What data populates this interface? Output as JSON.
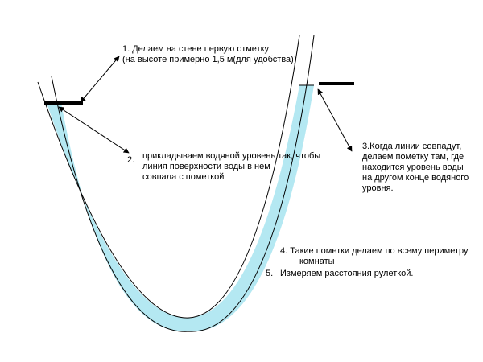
{
  "colors": {
    "water": "#b4e8f2",
    "outline": "#000000",
    "background": "#ffffff"
  },
  "annotations": {
    "step1": {
      "line1": "1. Делаем на стене первую отметку",
      "line2": "(на высоте примерно 1,5 м(для удобства))"
    },
    "step2": {
      "number": "2.",
      "line1": "прикладываем водяной уровень так, чтобы",
      "line2": "линия поверхности воды в нем",
      "line3": "совпала с пометкой"
    },
    "step3": {
      "line1": "3.Когда линии совпадут,",
      "line2": "делаем пометку там, где",
      "line3": "находится уровень воды",
      "line4": "на другом конце водяного",
      "line5": "уровня."
    },
    "step4": {
      "line1": "4. Такие пометки делаем по всему периметру",
      "line2": "комнаты"
    },
    "step5": {
      "number": "5.",
      "line1": "Измеряем расстояния рулеткой."
    }
  }
}
